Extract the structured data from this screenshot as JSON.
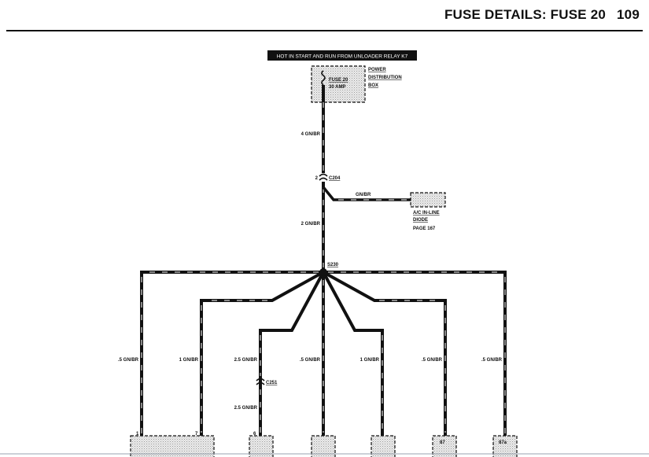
{
  "header": {
    "title": "FUSE DETAILS: FUSE 20",
    "page_number": "109"
  },
  "diagram": {
    "source_banner": "HOT IN START AND RUN FROM UNLOADER RELAY K7",
    "fuse": {
      "name": "FUSE 20",
      "rating": "30 AMP"
    },
    "pdb_label": [
      "POWER",
      "DISTRIBUTION",
      "BOX"
    ],
    "wire_main": "4 GN/BR",
    "connector_c204": {
      "pin": "2",
      "name": "C204"
    },
    "branch_wire": "GN/BR",
    "diode_label": [
      "A/C IN-LINE",
      "DIODE"
    ],
    "diode_page": "PAGE 167",
    "wire_splice_in": "2 GN/BR",
    "splice": "S230",
    "branches": [
      {
        "wire": ".5 GN/BR",
        "pin": "1"
      },
      {
        "wire": "1 GN/BR",
        "pin": "7"
      },
      {
        "wire": "2.5 GN/BR",
        "pin": "6",
        "connector": "C251",
        "wire_lower": "2.5 GN/BR"
      },
      {
        "wire": ".5 GN/BR",
        "pin": ""
      },
      {
        "wire": "1 GN/BR",
        "pin": ""
      },
      {
        "wire": ".5 GN/BR",
        "pin": "87"
      },
      {
        "wire": ".5 GN/BR",
        "pin": "87a"
      }
    ]
  }
}
